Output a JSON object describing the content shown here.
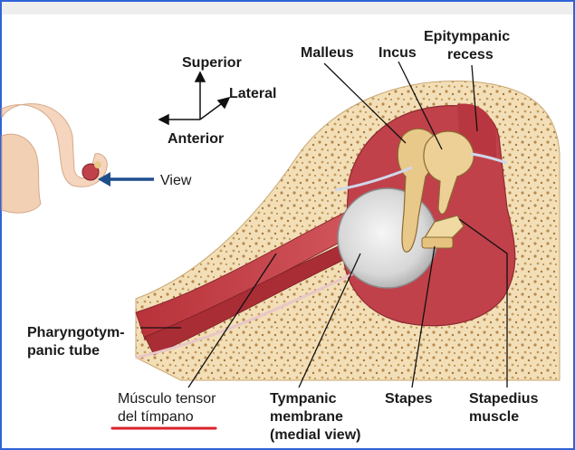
{
  "orientation": {
    "superior": "Superior",
    "lateral": "Lateral",
    "anterior": "Anterior"
  },
  "inset": {
    "view_label": "View",
    "arrow_color": "#1f4e8c"
  },
  "labels": {
    "malleus": "Malleus",
    "incus": "Incus",
    "epitympanic_line1": "Epitympanic",
    "epitympanic_line2": "recess",
    "pharyngotympanic_line1": "Pharyngotym-",
    "pharyngotympanic_line2": "panic tube",
    "tensor_line1": "Músculo tensor",
    "tensor_line2": "del tímpano",
    "tympanic_line1": "Tympanic",
    "tympanic_line2": "membrane",
    "tympanic_line3": "(medial view)",
    "stapes": "Stapes",
    "stapedius_line1": "Stapedius",
    "stapedius_line2": "muscle"
  },
  "colors": {
    "frame": "#2f63d8",
    "underline": "#d9232e",
    "bone": "#f3dfb7",
    "bone_spot": "#b98a4e",
    "cavity": "#c0414a",
    "ossicle": "#e9c98a",
    "membrane": "#d8d8d8"
  }
}
